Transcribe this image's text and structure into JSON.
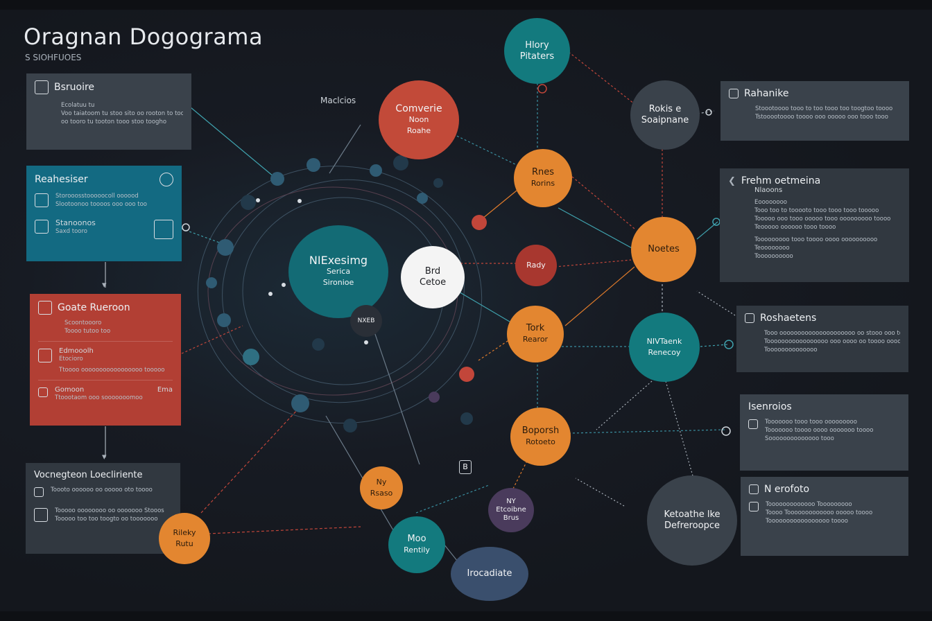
{
  "header": {
    "title": "Oragnan Dogograma",
    "subtitle": "S SIOHFUOES"
  },
  "labels": {
    "top_center": "Maclcios"
  },
  "panels_left": [
    {
      "title": "Bsruoire",
      "lines": [
        "Ecolatuu tu",
        "Voo taiatoom tu stoo sito oo rooton to tooton",
        "oo tooro tu tooton tooo stoo toogho"
      ]
    },
    {
      "title": "Reahesiser",
      "rows": [
        {
          "label": "Storooosstooooocoll oooood",
          "line": "Slootoonoo toooos ooo ooo too"
        },
        {
          "label": "Stanoonos",
          "line": "Saxd tooro"
        }
      ]
    },
    {
      "title": "Goate Rueroon",
      "rows": [
        {
          "label": "Scoontoooro",
          "line": "Toooo tutoo too"
        },
        {
          "label": "Edmooolh",
          "sub": "Etocioro",
          "line": "Ttoooo ooooooooooooooooo tooooo"
        },
        {
          "label": "Gomoon",
          "badge": "Ema",
          "line": "Ttoootaom ooo sooooooomoo"
        }
      ]
    },
    {
      "title": "Vocnegteon Loecliriente",
      "rows": [
        {
          "line": "Toooto oooooo oo ooooo oto toooo"
        },
        {
          "line": "Tooooo oooooooo oo ooooooo Stooos"
        },
        {
          "line": "Tooooo too too toogto oo tooooooo"
        }
      ]
    }
  ],
  "panels_right": [
    {
      "title": "Rahanike",
      "lines": [
        "Stoootoooo tooo to too tooo too toogtoo toooo",
        "Tstooootoooo toooo ooo ooooo ooo tooo tooo"
      ]
    },
    {
      "title": "Frehm oetmeina",
      "sub": "Nlaoons",
      "lines": [
        "Eoooooooo",
        "Tooo too to tooooto tooo tooo tooo tooooo",
        "Tooooo ooo tooo ooooo tooo ooooooooo toooo",
        "Teooooo oooooo tooo toooo",
        "Tooooooooo tooo toooo oooo oooooooooo",
        "Teoooooooo",
        "Toooooooooo"
      ]
    },
    {
      "title": "Roshaetens",
      "lines": [
        "Tooo ooooooooooooooooooooo oo stooo ooo tooooo",
        "Tooooooooooooooooo ooo oooo oo toooo ooooooo",
        "Toooooooooooooo"
      ]
    },
    {
      "title": "Isenroios",
      "lines": [
        "Tooooooo tooo tooo ooooooooo",
        "Tooooooo toooo oooo ooooooo toooo",
        "Soooooooooooooo tooo"
      ]
    },
    {
      "title": "N erofoto",
      "lines": [
        "Tooooooooooooo Tooooooooo",
        "Toooo Tooooooooooooo ooooo toooo",
        "Tooooooooooooooooo toooo"
      ]
    }
  ],
  "nodes": {
    "top_teal": [
      "Hlory",
      "Pitaters"
    ],
    "red_big": [
      "Comverie",
      "Noon",
      "Roahe"
    ],
    "grey_top": [
      "Rokis e",
      "Soaipnane"
    ],
    "orange_1": [
      "Rnes",
      "Rorins"
    ],
    "orange_right": [
      "Noetes"
    ],
    "center_teal": [
      "NIExesimg",
      "Serica",
      "Sironioe"
    ],
    "white": [
      "Brd",
      "Cetoe"
    ],
    "dark_red": [
      "Rady"
    ],
    "small_dark": [
      "NXEB"
    ],
    "orange_mid": [
      "Tork",
      "Rearor"
    ],
    "teal_right": [
      "NIVTaenk",
      "Renecoy"
    ],
    "orange_low": [
      "Boporsh",
      "Rotoeto"
    ],
    "orange_small": [
      "Ny",
      "Rsaso"
    ],
    "purple": [
      "NY",
      "Etcoibne",
      "Brus"
    ],
    "teal_bottom": [
      "Moo",
      "Rentily"
    ],
    "navy_bottom": [
      "Irocadiate"
    ],
    "grey_right": [
      "Ketoathe lke",
      "Defreroopce"
    ],
    "orange_left": [
      "Rileky",
      "Rutu"
    ],
    "small_box": [
      "B"
    ]
  },
  "colors": {
    "teal": "#137a7e",
    "orange": "#e38630",
    "red": "#c24a39",
    "panel_teal": "#136a82",
    "panel_red": "#b23f34",
    "panel_grey": "#3a424b"
  }
}
